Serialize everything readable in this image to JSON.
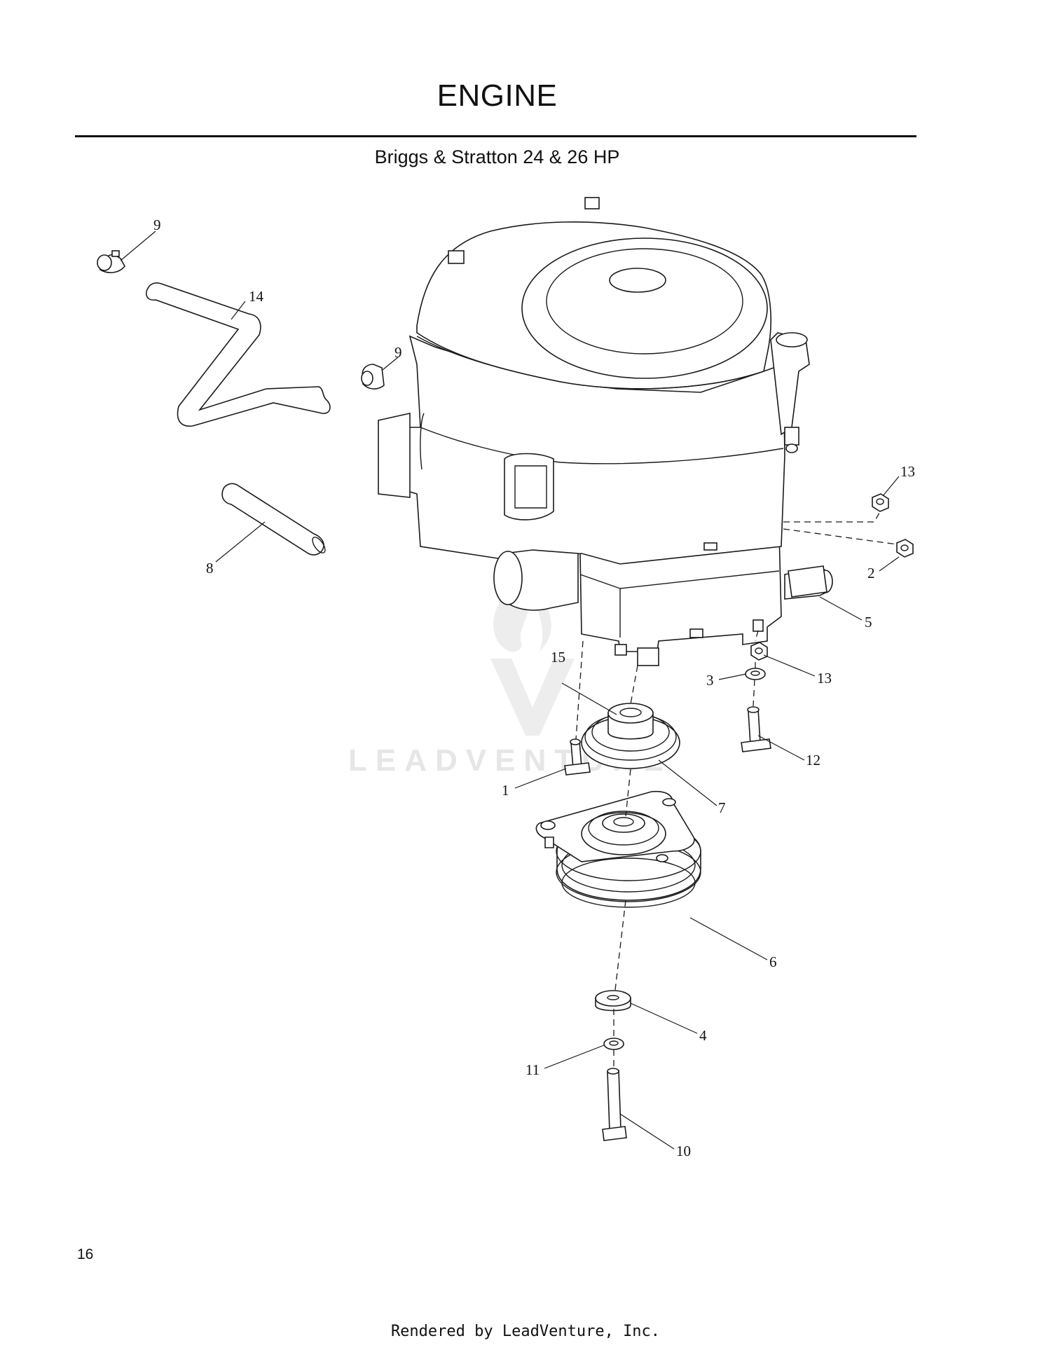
{
  "header": {
    "title": "ENGINE",
    "subtitle": "Briggs & Stratton 24 & 26 HP"
  },
  "watermark": "LEADVENTURE",
  "callouts": {
    "c1": "1",
    "c2": "2",
    "c3": "3",
    "c4": "4",
    "c5": "5",
    "c6": "6",
    "c7": "7",
    "c8": "8",
    "c9a": "9",
    "c9b": "9",
    "c10": "10",
    "c11": "11",
    "c12": "12",
    "c13a": "13",
    "c13b": "13",
    "c14": "14",
    "c15": "15"
  },
  "page_number": "16",
  "footer": "Rendered by LeadVenture, Inc."
}
